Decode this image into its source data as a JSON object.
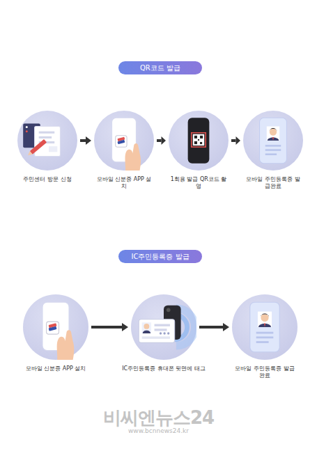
{
  "diagram": {
    "nodes": [
      {
        "text": [
          "QR코드 발급"
        ]
      },
      {
        "text": [
          "주민센터 방문 신청"
        ]
      },
      {
        "text": [
          "모바일 신분증 APP 설치"
        ]
      },
      {
        "text": [
          "1회용 발급 QR코드 촬영"
        ]
      },
      {
        "text": [
          "모바일 주민등록증 발급완료"
        ]
      },
      {
        "text": [
          "IC주민등록증 발급"
        ]
      },
      {
        "text": [
          "모바일 신분증 APP 설치"
        ]
      },
      {
        "text": [
          "IC주민등록증 휴대폰 뒷면에 태그"
        ]
      },
      {
        "text": [
          "모바일 주민등록증 발급 완료"
        ]
      }
    ],
    "edges": [
      {
        "from": 1,
        "to": 2,
        "arrow": "to"
      },
      {
        "from": 2,
        "to": 3,
        "arrow": "to"
      },
      {
        "from": 3,
        "to": 4,
        "arrow": "to"
      },
      {
        "from": 6,
        "to": 7,
        "arrow": "to"
      },
      {
        "from": 7,
        "to": 8,
        "arrow": "to"
      }
    ],
    "labels": [
      "비씨엔뉴스24",
      "www.bcnnews24.kr"
    ]
  }
}
